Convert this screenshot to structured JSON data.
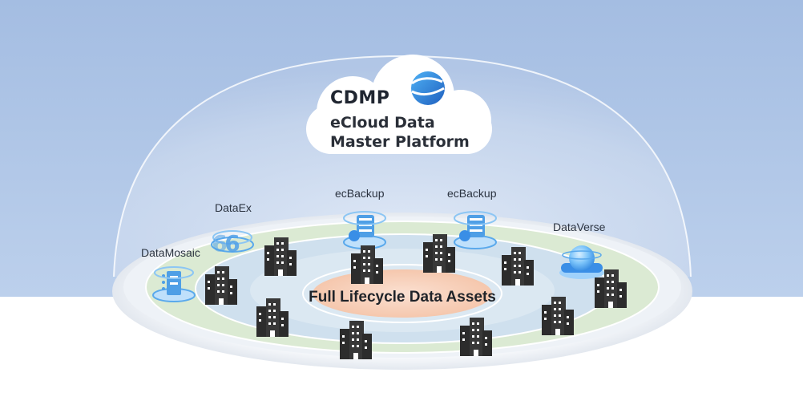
{
  "platform": {
    "name": "CDMP",
    "subtitle_line1": "eCloud Data",
    "subtitle_line2": "Master Platform",
    "icon": "globe-logo-icon"
  },
  "tools": [
    {
      "label": "DataEx",
      "icon": "data-exchange-icon"
    },
    {
      "label": "ecBackup",
      "icon": "database-cloud-icon"
    },
    {
      "label": "ecBackup",
      "icon": "database-cloud-icon"
    },
    {
      "label": "DataVerse",
      "icon": "orb-icon"
    },
    {
      "label": "DataMosaic",
      "icon": "mosaic-icon"
    }
  ],
  "center": {
    "label": "Full Lifecycle Data Assets"
  },
  "decor": {
    "buildings": "building-icon"
  },
  "colors": {
    "sky_top": "#9db7de",
    "dome_fill": "#c9d8ee",
    "ring_green": "#dbead3",
    "ring_blue": "#cfe0ee",
    "center_peach": "#f9d7c4",
    "building": "#2c2c2c",
    "accent_blue": "#3a8ee6"
  }
}
